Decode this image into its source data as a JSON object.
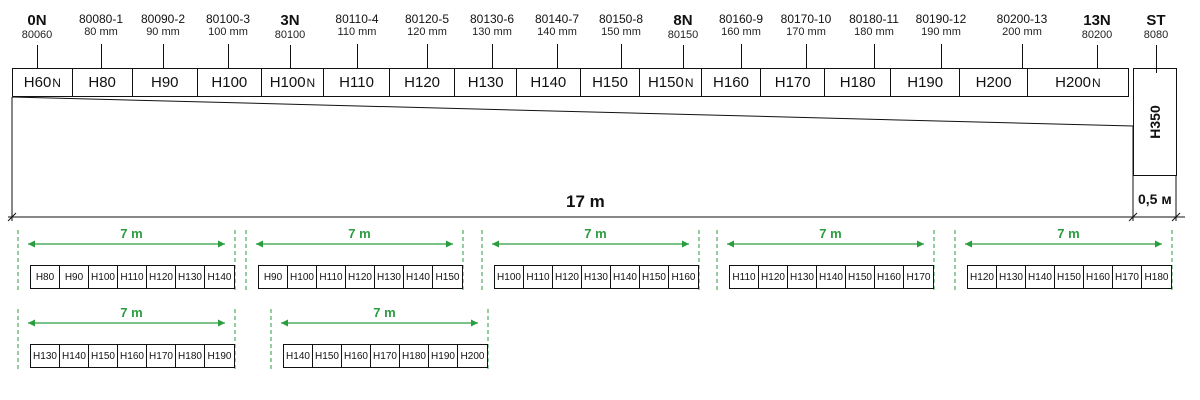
{
  "labels": [
    {
      "code": "0N",
      "sub": "80060",
      "big": true
    },
    {
      "code": "80080-1",
      "sub": "80 mm"
    },
    {
      "code": "80090-2",
      "sub": "90 mm"
    },
    {
      "code": "80100-3",
      "sub": "100 mm"
    },
    {
      "code": "3N",
      "sub": "80100",
      "big": true
    },
    {
      "code": "80110-4",
      "sub": "110 mm"
    },
    {
      "code": "80120-5",
      "sub": "120 mm"
    },
    {
      "code": "80130-6",
      "sub": "130 mm"
    },
    {
      "code": "80140-7",
      "sub": "140 mm"
    },
    {
      "code": "80150-8",
      "sub": "150 mm"
    },
    {
      "code": "8N",
      "sub": "80150",
      "big": true
    },
    {
      "code": "80160-9",
      "sub": "160 mm"
    },
    {
      "code": "80170-10",
      "sub": "170 mm"
    },
    {
      "code": "80180-11",
      "sub": "180 mm"
    },
    {
      "code": "80190-12",
      "sub": "190 mm"
    },
    {
      "code": "80200-13",
      "sub": "200 mm"
    },
    {
      "code": "13N",
      "sub": "80200",
      "big": true
    },
    {
      "code": "ST",
      "sub": "8080",
      "big": true
    }
  ],
  "bar_cells": [
    {
      "text": "H60",
      "n": "N"
    },
    {
      "text": "H80"
    },
    {
      "text": "H90"
    },
    {
      "text": "H100"
    },
    {
      "text": "H100",
      "n": "N"
    },
    {
      "text": "H110"
    },
    {
      "text": "H120"
    },
    {
      "text": "H130"
    },
    {
      "text": "H140"
    },
    {
      "text": "H150"
    },
    {
      "text": "H150",
      "n": "N"
    },
    {
      "text": "H160"
    },
    {
      "text": "H170"
    },
    {
      "text": "H180"
    },
    {
      "text": "H190"
    },
    {
      "text": "H200"
    },
    {
      "text": "H200",
      "n": "N"
    }
  ],
  "st_box": "H350",
  "total_length": "17 m",
  "st_length": "0,5 м",
  "groups": [
    {
      "length": "7 m",
      "cells": [
        "H80",
        "H90",
        "H100",
        "H110",
        "H120",
        "H130",
        "H140"
      ]
    },
    {
      "length": "7 m",
      "cells": [
        "H90",
        "H100",
        "H110",
        "H120",
        "H130",
        "H140",
        "H150"
      ]
    },
    {
      "length": "7 m",
      "cells": [
        "H100",
        "H110",
        "H120",
        "H130",
        "H140",
        "H150",
        "H160"
      ]
    },
    {
      "length": "7 m",
      "cells": [
        "H110",
        "H120",
        "H130",
        "H140",
        "H150",
        "H160",
        "H170"
      ]
    },
    {
      "length": "7 m",
      "cells": [
        "H120",
        "H130",
        "H140",
        "H150",
        "H160",
        "H170",
        "H180"
      ]
    },
    {
      "length": "7 m",
      "cells": [
        "H130",
        "H140",
        "H150",
        "H160",
        "H170",
        "H180",
        "H190"
      ]
    },
    {
      "length": "7 m",
      "cells": [
        "H140",
        "H150",
        "H160",
        "H170",
        "H180",
        "H190",
        "H200"
      ]
    }
  ],
  "colors": {
    "dimension_green": "#2a9d3f",
    "line": "#111111"
  }
}
